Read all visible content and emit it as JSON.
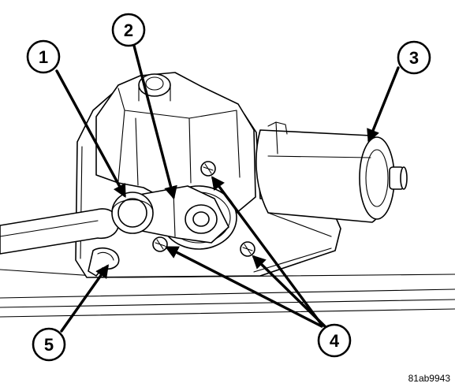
{
  "figure": {
    "code": "81ab9943"
  },
  "callouts": [
    {
      "number": "1"
    },
    {
      "number": "2"
    },
    {
      "number": "3"
    },
    {
      "number": "4"
    },
    {
      "number": "5"
    }
  ]
}
